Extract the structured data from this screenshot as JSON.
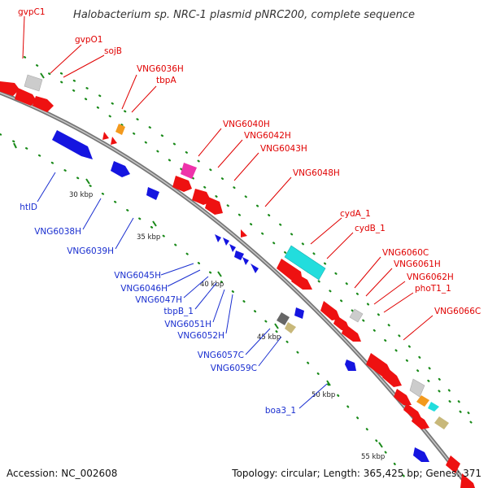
{
  "title": "Halobacterium sp. NRC-1 plasmid pNRC200, complete sequence",
  "accession": "Accession: NC_002608",
  "topology": "Topology: circular; Length: 365,425 bp; Genes: 371",
  "colors": {
    "forward_label": "#e00000",
    "reverse_label": "#1a2fd0",
    "forward_gene": "#ee1111",
    "reverse_gene": "#1515e0",
    "backbone": "#888888",
    "tick": "#1a8a1a",
    "cyan": "#22dddd",
    "magenta": "#ee33aa",
    "orange": "#f39a1e",
    "grey": "#cccccc",
    "dark_grey": "#666666",
    "tan": "#c8b87a"
  },
  "scale_marks": [
    "30 kbp",
    "35 kbp",
    "40 kbp",
    "45 kbp",
    "50 kbp",
    "55 kbp"
  ],
  "forward_labels": [
    "gvpC1",
    "gvpO1",
    "sojB",
    "VNG6036H",
    "tbpA",
    "VNG6040H",
    "VNG6042H",
    "VNG6043H",
    "VNG6048H",
    "cydA_1",
    "cydB_1",
    "VNG6060C",
    "VNG6061H",
    "VNG6062H",
    "phoT1_1",
    "VNG6066C"
  ],
  "reverse_labels": [
    "htlD",
    "VNG6038H",
    "VNG6039H",
    "VNG6045H",
    "VNG6046H",
    "VNG6047H",
    "tbpB_1",
    "VNG6051H",
    "VNG6052H",
    "VNG6057C",
    "VNG6059C",
    "boa3_1"
  ]
}
